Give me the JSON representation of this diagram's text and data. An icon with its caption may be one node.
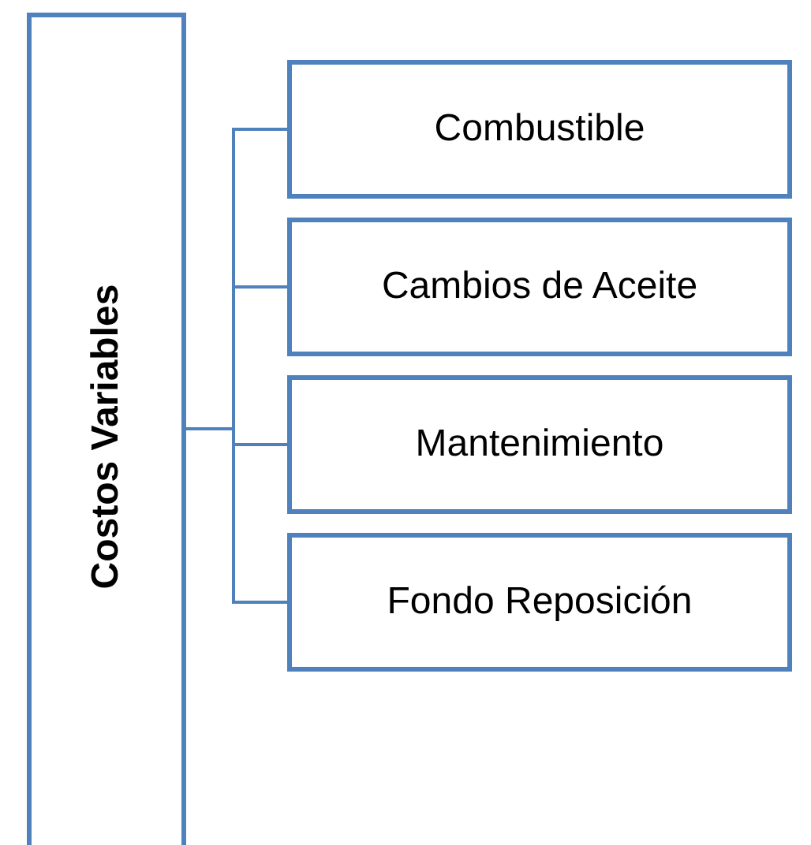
{
  "diagram": {
    "nodes": [
      {
        "text": [
          "Costos Variables"
        ]
      },
      {
        "text": [
          "Combustible"
        ]
      },
      {
        "text": [
          "Cambios de Aceite"
        ]
      },
      {
        "text": [
          "Mantenimiento"
        ]
      },
      {
        "text": [
          "Fondo Reposición"
        ]
      }
    ],
    "edges": [
      {
        "from": 0,
        "to": 1,
        "arrow": "none"
      },
      {
        "from": 0,
        "to": 2,
        "arrow": "none"
      },
      {
        "from": 0,
        "to": 3,
        "arrow": "none"
      },
      {
        "from": 0,
        "to": 4,
        "arrow": "none"
      }
    ]
  }
}
